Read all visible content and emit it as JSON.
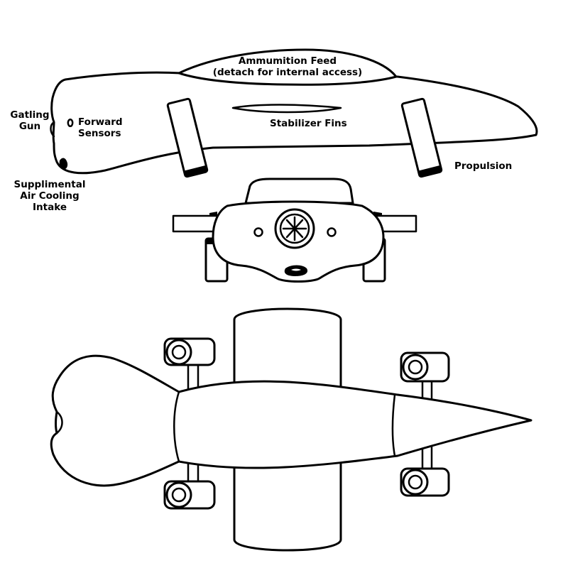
{
  "labels": {
    "ammunition_feed_line1": "Ammumition Feed",
    "ammunition_feed_line2": "(detach for internal access)",
    "gatling_gun_line1": "Gatling",
    "gatling_gun_line2": "Gun",
    "forward_sensors_line1": "Forward",
    "forward_sensors_line2": "Sensors",
    "stabilizer_fins": "Stabilizer Fins",
    "propulsion": "Propulsion",
    "air_intake_line1": "Supplimental",
    "air_intake_line2": "Air Cooling",
    "air_intake_line3": "Intake"
  },
  "colors": {
    "ink": "#000000",
    "paper": "#ffffff"
  }
}
